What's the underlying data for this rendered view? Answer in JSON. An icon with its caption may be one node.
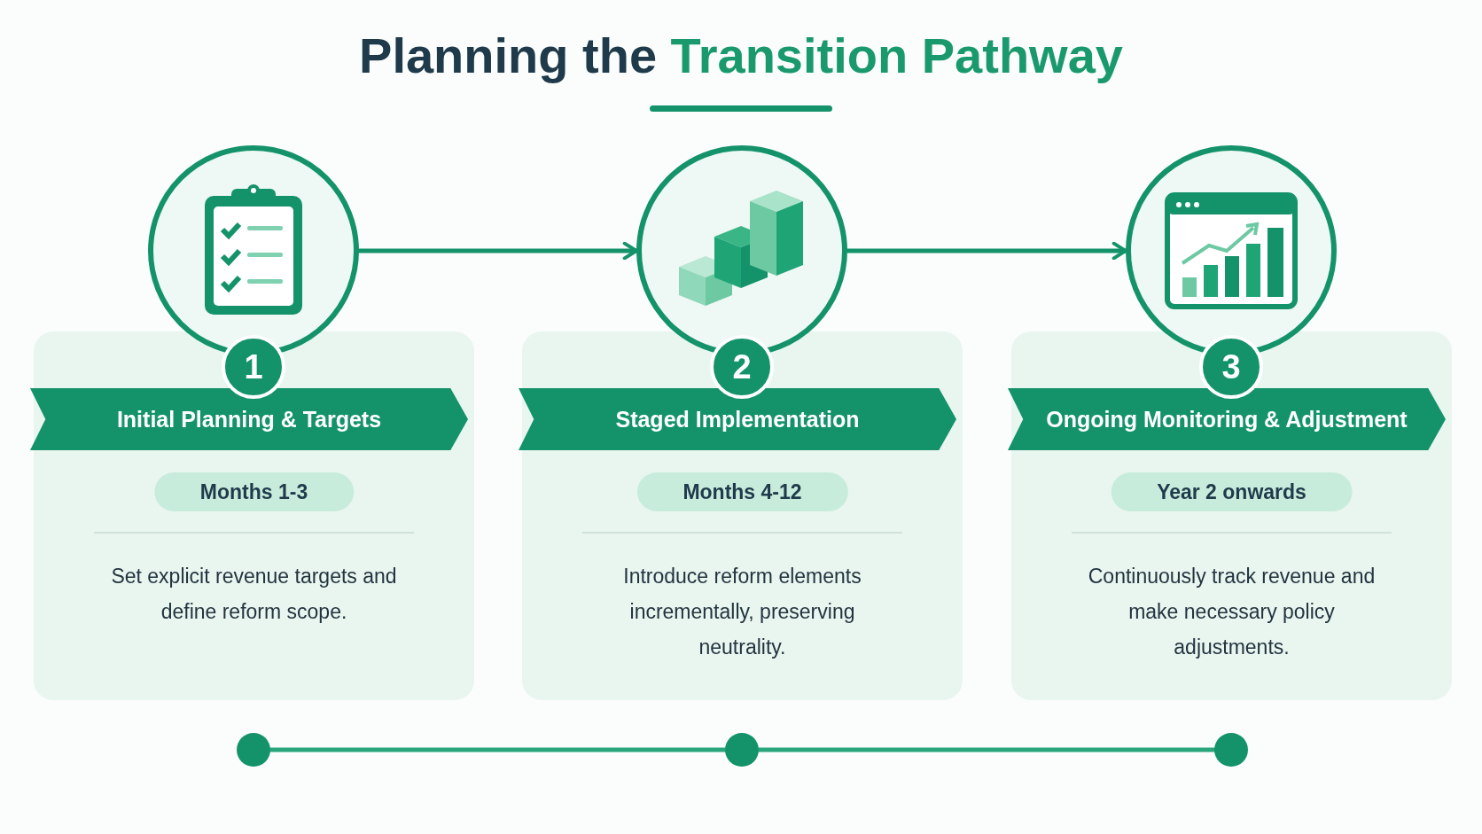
{
  "diagram": {
    "title": "Planning the Transition Pathway",
    "nodes": [
      {
        "text": [],
        "shape": "picture"
      },
      {
        "text": [
          "1",
          "Initial Planning & Targets",
          "Months 1-3",
          "Set explicit revenue targets and define reform scope."
        ]
      },
      {
        "text": [],
        "shape": "picture"
      },
      {
        "text": [
          "2",
          "Staged Implementation",
          "Months 4-12",
          "Introduce reform elements incrementally, preserving neutrality."
        ]
      },
      {
        "text": [],
        "shape": "picture"
      },
      {
        "text": [
          "3",
          "Ongoing Monitoring & Adjustment",
          "Year 2 onwards",
          "Continuously track revenue and make necessary policy adjustments."
        ]
      },
      {
        "text": [],
        "shape": "circle"
      },
      {
        "text": [],
        "shape": "circle"
      },
      {
        "text": [],
        "shape": "circle"
      }
    ],
    "edges": [
      {
        "from": 0,
        "to": 2,
        "arrow": "to"
      },
      {
        "from": 2,
        "to": 4,
        "arrow": "to"
      },
      {
        "from": 6,
        "to": 7,
        "arrow": "none"
      },
      {
        "from": 7,
        "to": 8,
        "arrow": "none"
      }
    ]
  }
}
